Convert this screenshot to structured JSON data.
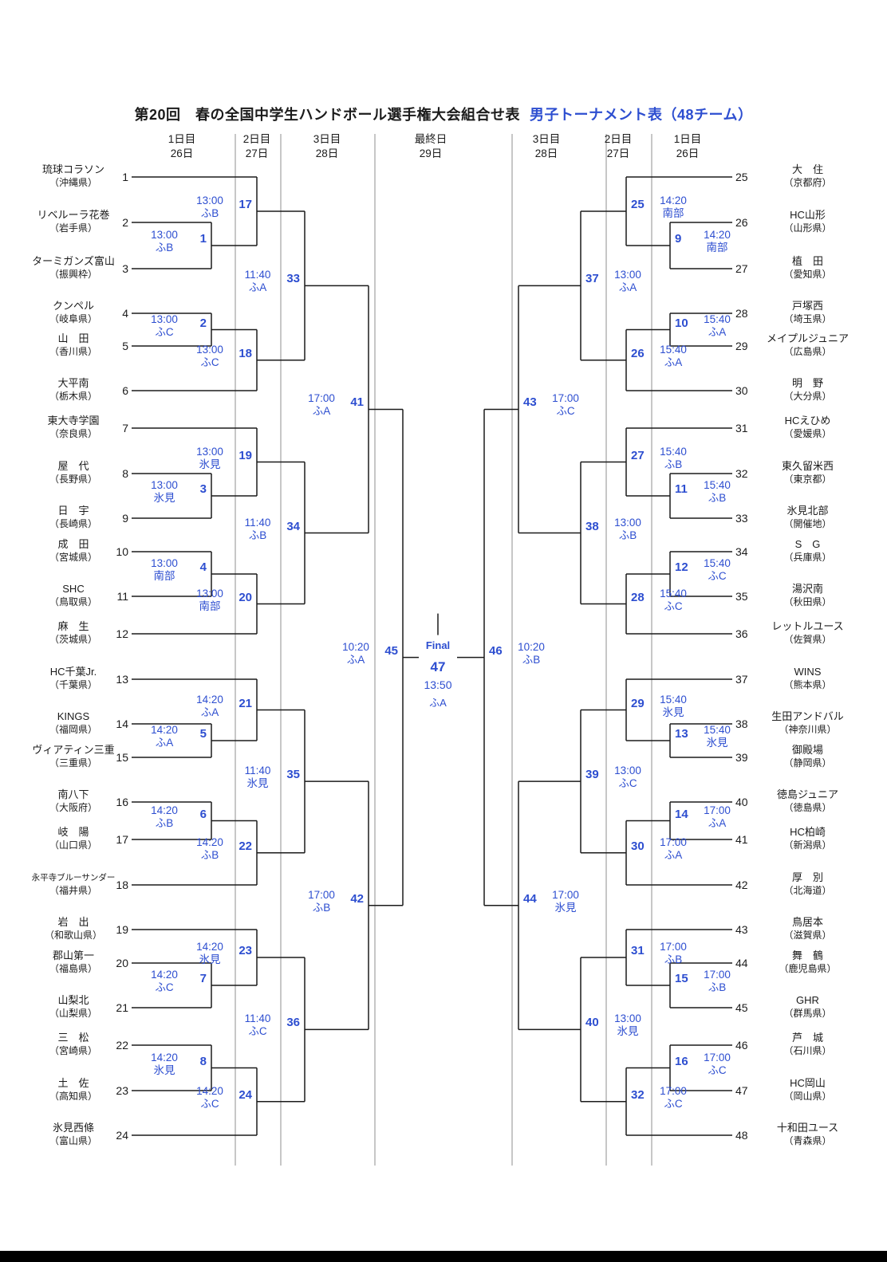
{
  "title": {
    "main": "第20回　春の全国中学生ハンドボール選手権大会組合せ表",
    "sub": "男子トーナメント表（48チーム）"
  },
  "day_headers": [
    {
      "day": "1日目",
      "date": "26日"
    },
    {
      "day": "2日目",
      "date": "27日"
    },
    {
      "day": "3日目",
      "date": "28日"
    },
    {
      "day": "最終日",
      "date": "29日"
    },
    {
      "day": "3日目",
      "date": "28日"
    },
    {
      "day": "2日目",
      "date": "27日"
    },
    {
      "day": "1日目",
      "date": "26日"
    }
  ],
  "teams": [
    {
      "seed": 1,
      "name": "琉球コラソン",
      "pref": "（沖縄県）"
    },
    {
      "seed": 2,
      "name": "リベルーラ花巻",
      "pref": "（岩手県）"
    },
    {
      "seed": 3,
      "name": "ターミガンズ富山",
      "pref": "（振興枠）"
    },
    {
      "seed": 4,
      "name": "クンペル",
      "pref": "（岐阜県）"
    },
    {
      "seed": 5,
      "name": "山　田",
      "pref": "（香川県）"
    },
    {
      "seed": 6,
      "name": "大平南",
      "pref": "（栃木県）"
    },
    {
      "seed": 7,
      "name": "東大寺学園",
      "pref": "（奈良県）"
    },
    {
      "seed": 8,
      "name": "屋　代",
      "pref": "（長野県）"
    },
    {
      "seed": 9,
      "name": "日　宇",
      "pref": "（長崎県）"
    },
    {
      "seed": 10,
      "name": "成　田",
      "pref": "（宮城県）"
    },
    {
      "seed": 11,
      "name": "SHC",
      "pref": "（鳥取県）"
    },
    {
      "seed": 12,
      "name": "麻　生",
      "pref": "（茨城県）"
    },
    {
      "seed": 13,
      "name": "HC千葉Jr.",
      "pref": "（千葉県）"
    },
    {
      "seed": 14,
      "name": "KINGS",
      "pref": "（福岡県）"
    },
    {
      "seed": 15,
      "name": "ヴィアティン三重",
      "pref": "（三重県）"
    },
    {
      "seed": 16,
      "name": "南八下",
      "pref": "（大阪府）"
    },
    {
      "seed": 17,
      "name": "岐　陽",
      "pref": "（山口県）"
    },
    {
      "seed": 18,
      "name": "永平寺ブルーサンダー",
      "pref": "（福井県）"
    },
    {
      "seed": 19,
      "name": "岩　出",
      "pref": "（和歌山県）"
    },
    {
      "seed": 20,
      "name": "郡山第一",
      "pref": "（福島県）"
    },
    {
      "seed": 21,
      "name": "山梨北",
      "pref": "（山梨県）"
    },
    {
      "seed": 22,
      "name": "三　松",
      "pref": "（宮崎県）"
    },
    {
      "seed": 23,
      "name": "土　佐",
      "pref": "（高知県）"
    },
    {
      "seed": 24,
      "name": "氷見西條",
      "pref": "（富山県）"
    },
    {
      "seed": 25,
      "name": "大　住",
      "pref": "（京都府）"
    },
    {
      "seed": 26,
      "name": "HC山形",
      "pref": "（山形県）"
    },
    {
      "seed": 27,
      "name": "植　田",
      "pref": "（愛知県）"
    },
    {
      "seed": 28,
      "name": "戸塚西",
      "pref": "（埼玉県）"
    },
    {
      "seed": 29,
      "name": "メイプルジュニア",
      "pref": "（広島県）"
    },
    {
      "seed": 30,
      "name": "明　野",
      "pref": "（大分県）"
    },
    {
      "seed": 31,
      "name": "HCえひめ",
      "pref": "（愛媛県）"
    },
    {
      "seed": 32,
      "name": "東久留米西",
      "pref": "（東京都）"
    },
    {
      "seed": 33,
      "name": "氷見北部",
      "pref": "（開催地）"
    },
    {
      "seed": 34,
      "name": "S　G",
      "pref": "（兵庫県）"
    },
    {
      "seed": 35,
      "name": "湯沢南",
      "pref": "（秋田県）"
    },
    {
      "seed": 36,
      "name": "レットルユース",
      "pref": "（佐賀県）"
    },
    {
      "seed": 37,
      "name": "WINS",
      "pref": "（熊本県）"
    },
    {
      "seed": 38,
      "name": "生田アンドバル",
      "pref": "（神奈川県）"
    },
    {
      "seed": 39,
      "name": "御殿場",
      "pref": "（静岡県）"
    },
    {
      "seed": 40,
      "name": "徳島ジュニア",
      "pref": "（徳島県）"
    },
    {
      "seed": 41,
      "name": "HC柏崎",
      "pref": "（新潟県）"
    },
    {
      "seed": 42,
      "name": "厚　別",
      "pref": "（北海道）"
    },
    {
      "seed": 43,
      "name": "鳥居本",
      "pref": "（滋賀県）"
    },
    {
      "seed": 44,
      "name": "舞　鶴",
      "pref": "（鹿児島県）"
    },
    {
      "seed": 45,
      "name": "GHR",
      "pref": "（群馬県）"
    },
    {
      "seed": 46,
      "name": "芦　城",
      "pref": "（石川県）"
    },
    {
      "seed": 47,
      "name": "HC岡山",
      "pref": "（岡山県）"
    },
    {
      "seed": 48,
      "name": "十和田ユース",
      "pref": "（青森県）"
    }
  ],
  "matches": [
    {
      "no": 1,
      "side": "L",
      "round": 1,
      "time": "13:00",
      "venue": "ふB",
      "top": {
        "team": 2
      },
      "bottom": {
        "team": 3
      }
    },
    {
      "no": 2,
      "side": "L",
      "round": 1,
      "time": "13:00",
      "venue": "ふC",
      "top": {
        "team": 4
      },
      "bottom": {
        "team": 5
      }
    },
    {
      "no": 3,
      "side": "L",
      "round": 1,
      "time": "13:00",
      "venue": "氷見",
      "top": {
        "team": 8
      },
      "bottom": {
        "team": 9
      }
    },
    {
      "no": 4,
      "side": "L",
      "round": 1,
      "time": "13:00",
      "venue": "南部",
      "top": {
        "team": 10
      },
      "bottom": {
        "team": 11
      }
    },
    {
      "no": 5,
      "side": "L",
      "round": 1,
      "time": "14:20",
      "venue": "ふA",
      "top": {
        "team": 14
      },
      "bottom": {
        "team": 15
      }
    },
    {
      "no": 6,
      "side": "L",
      "round": 1,
      "time": "14:20",
      "venue": "ふB",
      "top": {
        "team": 16
      },
      "bottom": {
        "team": 17
      }
    },
    {
      "no": 7,
      "side": "L",
      "round": 1,
      "time": "14:20",
      "venue": "ふC",
      "top": {
        "team": 20
      },
      "bottom": {
        "team": 21
      }
    },
    {
      "no": 8,
      "side": "L",
      "round": 1,
      "time": "14:20",
      "venue": "氷見",
      "top": {
        "team": 22
      },
      "bottom": {
        "team": 23
      }
    },
    {
      "no": 9,
      "side": "R",
      "round": 1,
      "time": "14:20",
      "venue": "南部",
      "top": {
        "team": 26
      },
      "bottom": {
        "team": 27
      }
    },
    {
      "no": 10,
      "side": "R",
      "round": 1,
      "time": "15:40",
      "venue": "ふA",
      "top": {
        "team": 28
      },
      "bottom": {
        "team": 29
      }
    },
    {
      "no": 11,
      "side": "R",
      "round": 1,
      "time": "15:40",
      "venue": "ふB",
      "top": {
        "team": 32
      },
      "bottom": {
        "team": 33
      }
    },
    {
      "no": 12,
      "side": "R",
      "round": 1,
      "time": "15:40",
      "venue": "ふC",
      "top": {
        "team": 34
      },
      "bottom": {
        "team": 35
      }
    },
    {
      "no": 13,
      "side": "R",
      "round": 1,
      "time": "15:40",
      "venue": "氷見",
      "top": {
        "team": 38
      },
      "bottom": {
        "team": 39
      }
    },
    {
      "no": 14,
      "side": "R",
      "round": 1,
      "time": "17:00",
      "venue": "ふA",
      "top": {
        "team": 40
      },
      "bottom": {
        "team": 41
      }
    },
    {
      "no": 15,
      "side": "R",
      "round": 1,
      "time": "17:00",
      "venue": "ふB",
      "top": {
        "team": 44
      },
      "bottom": {
        "team": 45
      }
    },
    {
      "no": 16,
      "side": "R",
      "round": 1,
      "time": "17:00",
      "venue": "ふC",
      "top": {
        "team": 46
      },
      "bottom": {
        "team": 47
      }
    },
    {
      "no": 17,
      "side": "L",
      "round": 2,
      "time": "13:00",
      "venue": "ふB",
      "top": {
        "team": 1
      },
      "bottom": {
        "match": 1
      }
    },
    {
      "no": 18,
      "side": "L",
      "round": 2,
      "time": "13:00",
      "venue": "ふC",
      "top": {
        "match": 2
      },
      "bottom": {
        "team": 6
      }
    },
    {
      "no": 19,
      "side": "L",
      "round": 2,
      "time": "13:00",
      "venue": "氷見",
      "top": {
        "team": 7
      },
      "bottom": {
        "match": 3
      }
    },
    {
      "no": 20,
      "side": "L",
      "round": 2,
      "time": "13:00",
      "venue": "南部",
      "top": {
        "match": 4
      },
      "bottom": {
        "team": 12
      }
    },
    {
      "no": 21,
      "side": "L",
      "round": 2,
      "time": "14:20",
      "venue": "ふA",
      "top": {
        "team": 13
      },
      "bottom": {
        "match": 5
      }
    },
    {
      "no": 22,
      "side": "L",
      "round": 2,
      "time": "14:20",
      "venue": "ふB",
      "top": {
        "match": 6
      },
      "bottom": {
        "team": 18
      }
    },
    {
      "no": 23,
      "side": "L",
      "round": 2,
      "time": "14:20",
      "venue": "氷見",
      "top": {
        "team": 19
      },
      "bottom": {
        "match": 7
      }
    },
    {
      "no": 24,
      "side": "L",
      "round": 2,
      "time": "14:20",
      "venue": "ふC",
      "top": {
        "match": 8
      },
      "bottom": {
        "team": 24
      }
    },
    {
      "no": 25,
      "side": "R",
      "round": 2,
      "time": "14:20",
      "venue": "南部",
      "top": {
        "team": 25
      },
      "bottom": {
        "match": 9
      }
    },
    {
      "no": 26,
      "side": "R",
      "round": 2,
      "time": "15:40",
      "venue": "ふA",
      "top": {
        "match": 10
      },
      "bottom": {
        "team": 30
      }
    },
    {
      "no": 27,
      "side": "R",
      "round": 2,
      "time": "15:40",
      "venue": "ふB",
      "top": {
        "team": 31
      },
      "bottom": {
        "match": 11
      }
    },
    {
      "no": 28,
      "side": "R",
      "round": 2,
      "time": "15:40",
      "venue": "ふC",
      "top": {
        "match": 12
      },
      "bottom": {
        "team": 36
      }
    },
    {
      "no": 29,
      "side": "R",
      "round": 2,
      "time": "15:40",
      "venue": "氷見",
      "top": {
        "team": 37
      },
      "bottom": {
        "match": 13
      }
    },
    {
      "no": 30,
      "side": "R",
      "round": 2,
      "time": "17:00",
      "venue": "ふA",
      "top": {
        "match": 14
      },
      "bottom": {
        "team": 42
      }
    },
    {
      "no": 31,
      "side": "R",
      "round": 2,
      "time": "17:00",
      "venue": "ふB",
      "top": {
        "team": 43
      },
      "bottom": {
        "match": 15
      }
    },
    {
      "no": 32,
      "side": "R",
      "round": 2,
      "time": "17:00",
      "venue": "ふC",
      "top": {
        "match": 16
      },
      "bottom": {
        "team": 48
      }
    },
    {
      "no": 33,
      "side": "L",
      "round": 3,
      "time": "11:40",
      "venue": "ふA",
      "top": {
        "match": 17
      },
      "bottom": {
        "match": 18
      }
    },
    {
      "no": 34,
      "side": "L",
      "round": 3,
      "time": "11:40",
      "venue": "ふB",
      "top": {
        "match": 19
      },
      "bottom": {
        "match": 20
      }
    },
    {
      "no": 35,
      "side": "L",
      "round": 3,
      "time": "11:40",
      "venue": "氷見",
      "top": {
        "match": 21
      },
      "bottom": {
        "match": 22
      }
    },
    {
      "no": 36,
      "side": "L",
      "round": 3,
      "time": "11:40",
      "venue": "ふC",
      "top": {
        "match": 23
      },
      "bottom": {
        "match": 24
      }
    },
    {
      "no": 37,
      "side": "R",
      "round": 3,
      "time": "13:00",
      "venue": "ふA",
      "top": {
        "match": 25
      },
      "bottom": {
        "match": 26
      }
    },
    {
      "no": 38,
      "side": "R",
      "round": 3,
      "time": "13:00",
      "venue": "ふB",
      "top": {
        "match": 27
      },
      "bottom": {
        "match": 28
      }
    },
    {
      "no": 39,
      "side": "R",
      "round": 3,
      "time": "13:00",
      "venue": "ふC",
      "top": {
        "match": 29
      },
      "bottom": {
        "match": 30
      }
    },
    {
      "no": 40,
      "side": "R",
      "round": 3,
      "time": "13:00",
      "venue": "氷見",
      "top": {
        "match": 31
      },
      "bottom": {
        "match": 32
      }
    },
    {
      "no": 41,
      "side": "L",
      "round": 4,
      "time": "17:00",
      "venue": "ふA",
      "top": {
        "match": 33
      },
      "bottom": {
        "match": 34
      }
    },
    {
      "no": 42,
      "side": "L",
      "round": 4,
      "time": "17:00",
      "venue": "ふB",
      "top": {
        "match": 35
      },
      "bottom": {
        "match": 36
      }
    },
    {
      "no": 43,
      "side": "R",
      "round": 4,
      "time": "17:00",
      "venue": "ふC",
      "top": {
        "match": 37
      },
      "bottom": {
        "match": 38
      }
    },
    {
      "no": 44,
      "side": "R",
      "round": 4,
      "time": "17:00",
      "venue": "氷見",
      "top": {
        "match": 39
      },
      "bottom": {
        "match": 40
      }
    },
    {
      "no": 45,
      "side": "L",
      "round": 5,
      "time": "10:20",
      "venue": "ふA",
      "top": {
        "match": 41
      },
      "bottom": {
        "match": 42
      }
    },
    {
      "no": 46,
      "side": "R",
      "round": 5,
      "time": "10:20",
      "venue": "ふB",
      "top": {
        "match": 43
      },
      "bottom": {
        "match": 44
      }
    }
  ],
  "final": {
    "no": "47",
    "label": "Final",
    "time": "13:50",
    "venue": "ふA"
  },
  "colors": {
    "accent": "#2d4ed0",
    "line": "#1b1b1b",
    "divider": "#8f8f8f"
  }
}
